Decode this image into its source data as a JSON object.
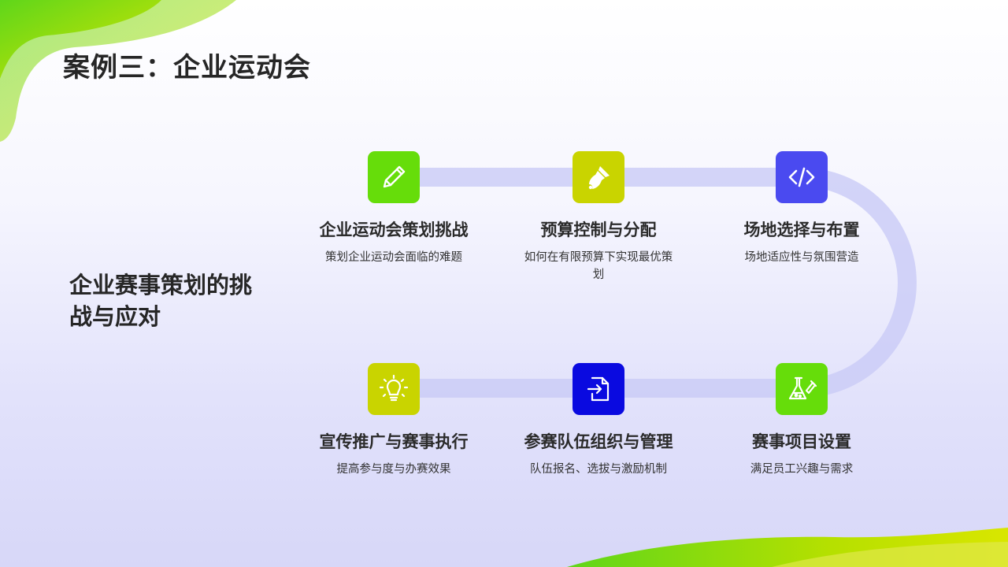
{
  "slide": {
    "title": "案例三：企业运动会",
    "subtitle": "企业赛事策划的挑战与应对"
  },
  "steps": [
    {
      "id": "challenge",
      "title": "企业运动会策划挑战",
      "desc": "策划企业运动会面临的难题",
      "icon": "pencil-icon",
      "color": "#66dd0a"
    },
    {
      "id": "budget",
      "title": "预算控制与分配",
      "desc": "如何在有限预算下实现最优策划",
      "icon": "paint-brush-icon",
      "color": "#c9d400"
    },
    {
      "id": "venue",
      "title": "场地选择与布置",
      "desc": "场地适应性与氛围营造",
      "icon": "code-icon",
      "color": "#4a4af0"
    },
    {
      "id": "events",
      "title": "赛事项目设置",
      "desc": "满足员工兴趣与需求",
      "icon": "flask-icon",
      "color": "#66dd0a"
    },
    {
      "id": "teams",
      "title": "参赛队伍组织与管理",
      "desc": "队伍报名、选拔与激励机制",
      "icon": "file-import-icon",
      "color": "#0a0ae0"
    },
    {
      "id": "promo",
      "title": "宣传推广与赛事执行",
      "desc": "提高参与度与办赛效果",
      "icon": "lightbulb-icon",
      "color": "#c9d400"
    }
  ]
}
